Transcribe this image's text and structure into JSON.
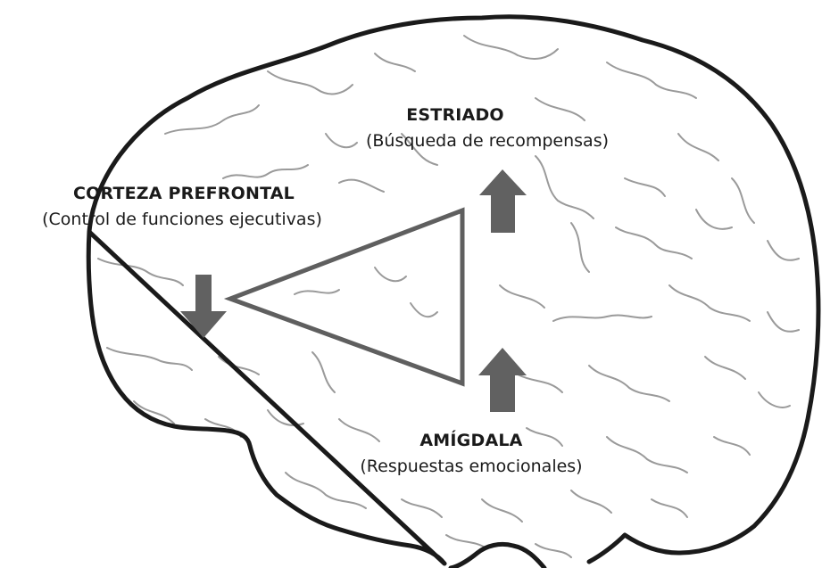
{
  "regions": {
    "prefrontal": {
      "title": "CORTEZA PREFRONTAL",
      "subtitle": "(Control de funciones ejecutivas)"
    },
    "striatum": {
      "title": "ESTRIADO",
      "subtitle": "(Búsqueda de recompensas)"
    },
    "amygdala": {
      "title": "AMÍGDALA",
      "subtitle": "(Respuestas emocionales)"
    }
  },
  "colors": {
    "outline": "#1a1a1a",
    "sulci": "#9a9a9a",
    "triangle": "#5f5f5f",
    "arrows": "#616161"
  },
  "arrows": {
    "prefrontal": "down",
    "striatum": "up",
    "amygdala": "up"
  }
}
